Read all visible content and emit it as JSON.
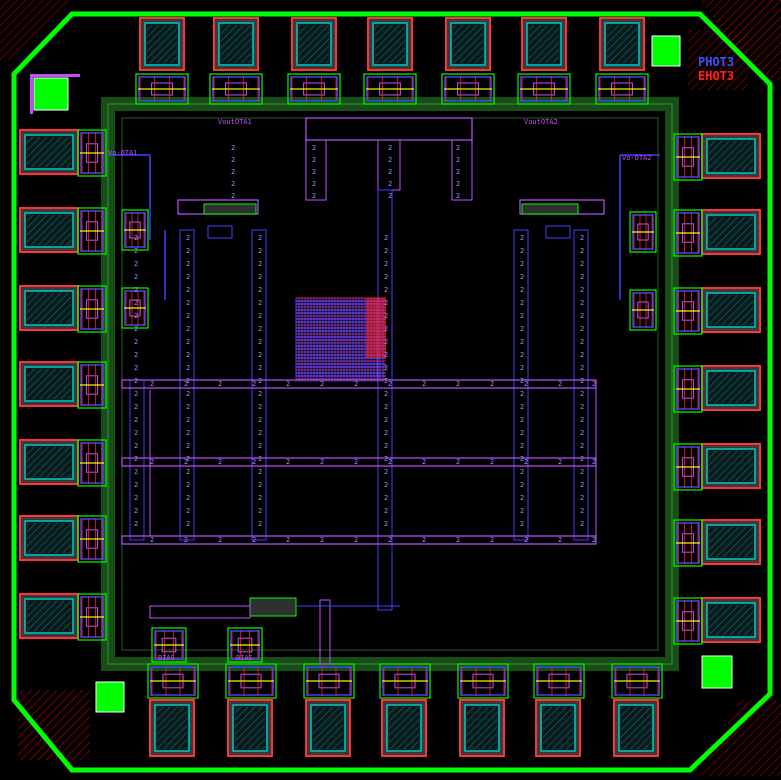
{
  "layout_title": "",
  "labels": {
    "vout_ota1": "VoutOTA1",
    "vout_ota2": "VoutOTA2",
    "pad_left_1": "Vo-OTA1",
    "pad_right_1": "Vo-OTA2",
    "logo_top": "PHOT3",
    "logo_top_mirror": "EHOT3",
    "bottom_block_a": "BIAS",
    "bottom_block_b": "BIAS",
    "via_mark": "2"
  },
  "colors": {
    "background": "#000000",
    "seal_ring": "#00ff00",
    "pad_outline": "#ff3333",
    "pad_fill": "#3a3a3a",
    "pad_inner": "#00c8c8",
    "metal1": "#4040ff",
    "metal2": "#c050ff",
    "poly": "#ff2020",
    "active": "#00ff00",
    "contact": "#ffff00",
    "corner_hatch": "#ff0000"
  },
  "pads": {
    "top_count": 7,
    "bottom_count": 7,
    "left_count": 7,
    "right_count": 7
  }
}
